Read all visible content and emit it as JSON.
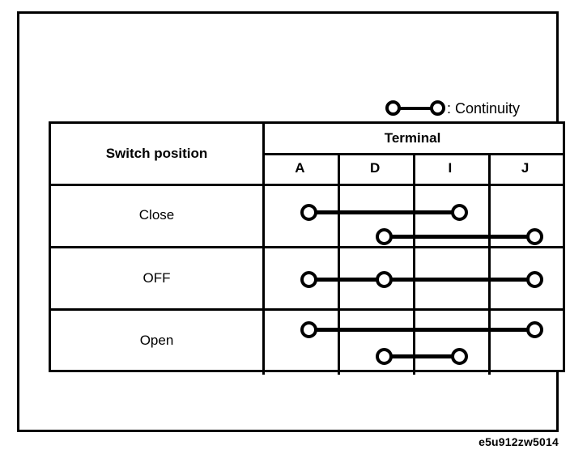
{
  "legend": {
    "symbol_icon": "continuity-symbol",
    "text": ": Continuity"
  },
  "table": {
    "row_header_label": "Switch position",
    "group_header_label": "Terminal",
    "terminals": [
      "A",
      "D",
      "I",
      "J"
    ],
    "rows": [
      {
        "label": "Close",
        "connections": [
          {
            "from": "A",
            "to": "I",
            "track": "upper"
          },
          {
            "from": "D",
            "to": "J",
            "track": "lower"
          }
        ]
      },
      {
        "label": "OFF",
        "connections": [
          {
            "from": "A",
            "to": "J",
            "track": "middle",
            "nodes": [
              "A",
              "D",
              "J"
            ]
          }
        ]
      },
      {
        "label": "Open",
        "connections": [
          {
            "from": "A",
            "to": "J",
            "track": "upper"
          },
          {
            "from": "D",
            "to": "I",
            "track": "lower"
          }
        ]
      }
    ]
  },
  "caption": "e5u912zw5014"
}
